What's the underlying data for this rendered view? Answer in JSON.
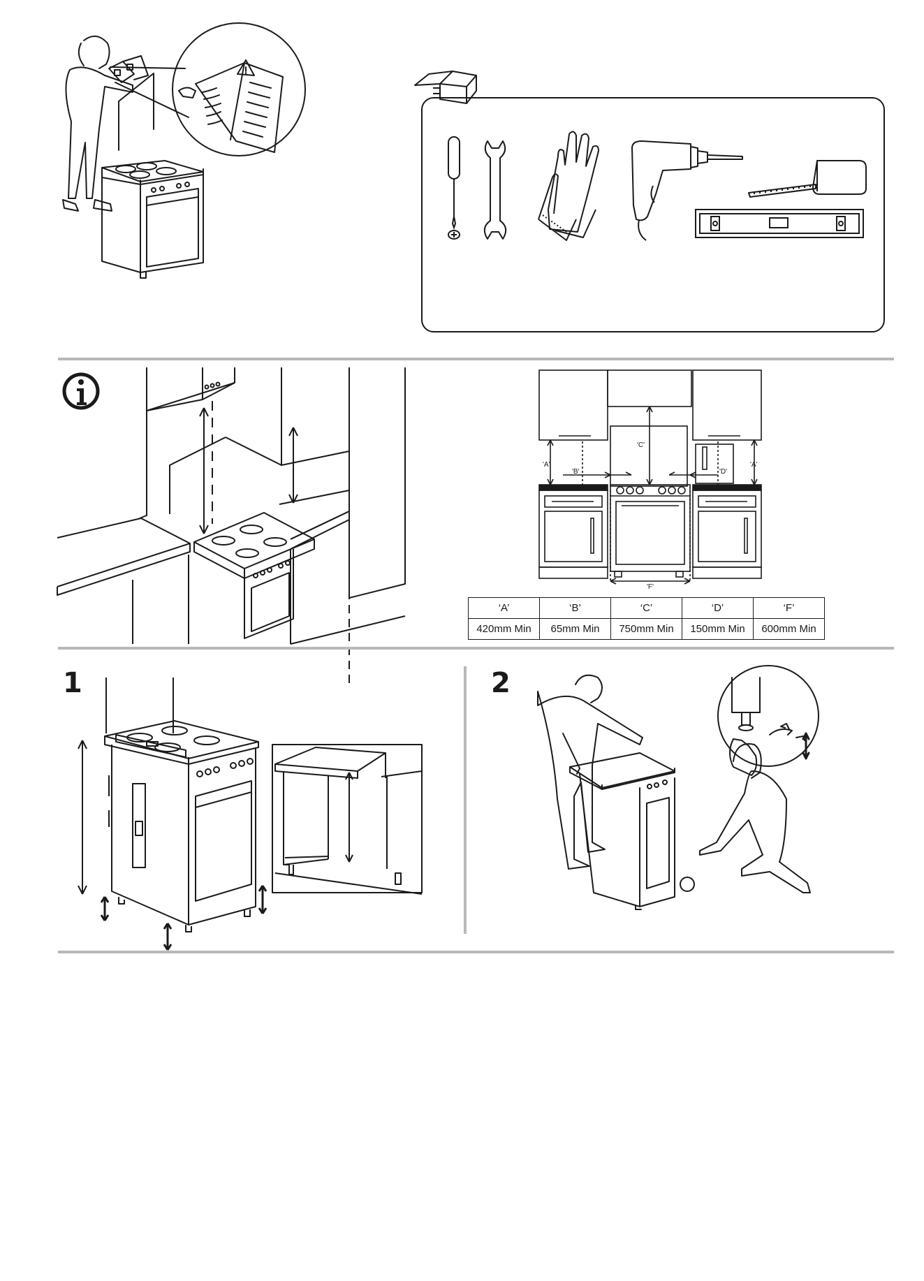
{
  "toolbox": {
    "tools": [
      "screwdriver-icon",
      "wrench-icon",
      "gloves-icon",
      "drill-icon",
      "tape-measure-icon",
      "spirit-level-icon"
    ]
  },
  "clearance": {
    "labels": {
      "a": "'A'",
      "b": "'B'",
      "c": "'C'",
      "d": "'D'",
      "f": "'F'"
    },
    "table": {
      "headers": [
        "‘A’",
        "‘B’",
        "‘C’",
        "‘D’",
        "‘F’"
      ],
      "values": [
        "420mm Min",
        "65mm Min",
        "750mm Min",
        "150mm Min",
        "600mm Min"
      ]
    }
  },
  "steps": {
    "step1": "1",
    "step2": "2"
  }
}
